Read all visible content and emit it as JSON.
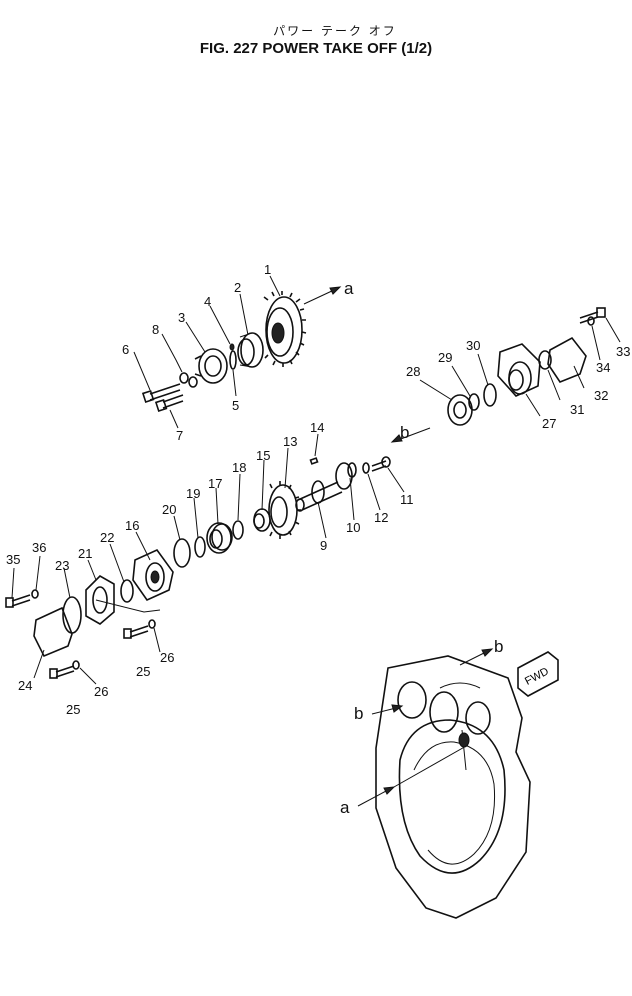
{
  "figure": {
    "title_jp": "パワー テーク オフ",
    "title": "FIG. 227  POWER TAKE OFF (1/2)"
  },
  "housing_label": "FWD",
  "arrow_labels": {
    "a": "a",
    "b": "b"
  },
  "callouts": [
    "1",
    "2",
    "3",
    "4",
    "5",
    "6",
    "7",
    "8",
    "9",
    "10",
    "11",
    "12",
    "13",
    "14",
    "15",
    "16",
    "17",
    "18",
    "19",
    "20",
    "21",
    "22",
    "23",
    "24",
    "25",
    "26",
    "27",
    "28",
    "29",
    "30",
    "31",
    "32",
    "33",
    "34",
    "35",
    "36"
  ]
}
